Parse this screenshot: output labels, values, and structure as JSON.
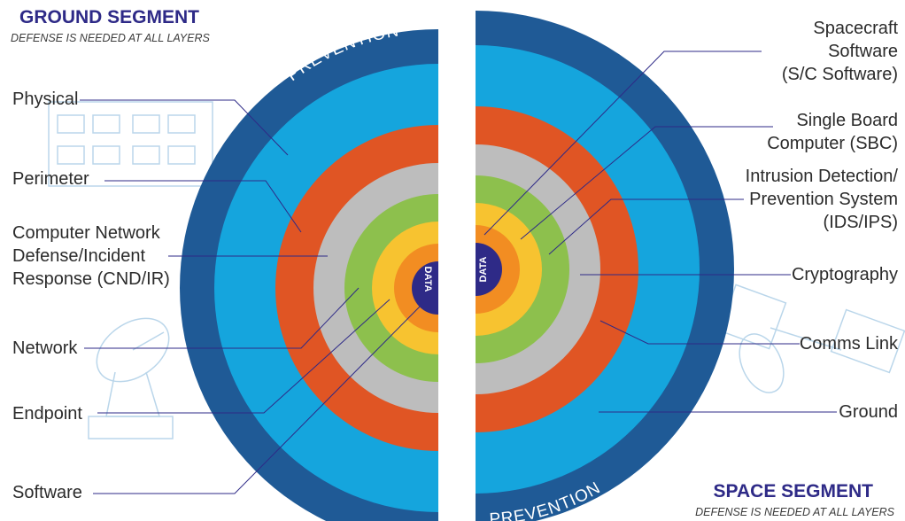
{
  "ground_segment": {
    "title": "GROUND SEGMENT",
    "subtitle": "DEFENSE IS NEEDED AT ALL LAYERS",
    "labels": [
      {
        "text": "Physical"
      },
      {
        "text": "Perimeter"
      },
      {
        "lines": [
          "Computer Network",
          "Defense/Incident",
          "Response (CND/IR)"
        ]
      },
      {
        "text": "Network"
      },
      {
        "text": "Endpoint"
      },
      {
        "text": "Software"
      }
    ]
  },
  "space_segment": {
    "title": "SPACE SEGMENT",
    "subtitle": "DEFENSE IS NEEDED AT ALL LAYERS",
    "labels": [
      {
        "lines": [
          "Spacecraft",
          "Software",
          "(S/C Software)"
        ]
      },
      {
        "lines": [
          "Single Board",
          "Computer (SBC)"
        ]
      },
      {
        "lines": [
          "Intrusion Detection/",
          "Prevention System",
          "(IDS/IPS)"
        ]
      },
      {
        "text": "Cryptography"
      },
      {
        "text": "Comms Link"
      },
      {
        "text": "Ground"
      }
    ]
  },
  "rings": {
    "outer_label_top": "PREVENTION",
    "outer_label_bottom": "PREVENTION",
    "core_label": "DATA"
  },
  "colors": {
    "title": "#2e2a87",
    "ring_prevention": "#1f5a96",
    "ring_blue": "#15a5dd",
    "ring_orange": "#e05524",
    "ring_gray": "#bdbdbd",
    "ring_green": "#8dc04d",
    "ring_yellow": "#f7c330",
    "ring_core_orange": "#f28d22",
    "core": "#2e2a87",
    "leader_line": "#2e2a87"
  }
}
